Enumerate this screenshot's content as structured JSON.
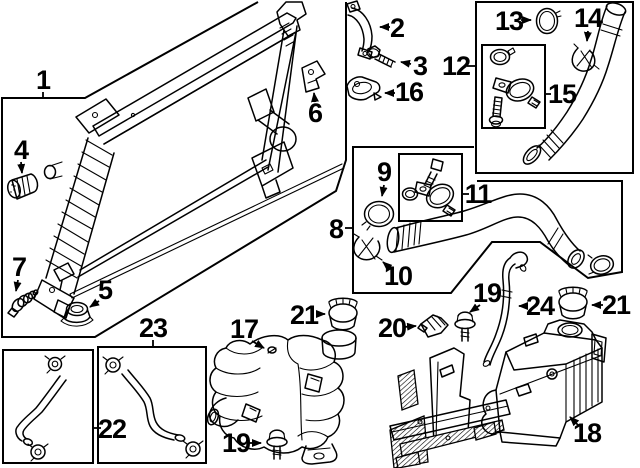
{
  "style": {
    "ink": "#000000",
    "paper": "#ffffff"
  },
  "callouts": {
    "radiator_assembly": {
      "label": "1"
    },
    "mount_bracket": {
      "label": "2"
    },
    "bracket_bolt": {
      "label": "3"
    },
    "inlet_sleeve": {
      "label": "4"
    },
    "drain_plug": {
      "label": "5"
    },
    "upper_bracket": {
      "label": "6"
    },
    "temp_sensor": {
      "label": "7"
    },
    "lower_hose": {
      "label": "8"
    },
    "lower_oring": {
      "label": "9"
    },
    "lower_spring_clamp": {
      "label": "10"
    },
    "lower_clamp_kit": {
      "label": "11"
    },
    "upper_hose": {
      "label": "12"
    },
    "upper_oring": {
      "label": "13"
    },
    "upper_spring_clamp": {
      "label": "14"
    },
    "upper_clamp_kit": {
      "label": "15"
    },
    "bracket_plate": {
      "label": "16"
    },
    "reservoir": {
      "label": "17"
    },
    "degas_bottle": {
      "label": "18"
    },
    "reservoir_bolt": {
      "label": "19"
    },
    "degas_bolt": {
      "label": "19"
    },
    "level_sensor": {
      "label": "20"
    },
    "reservoir_cap": {
      "label": "21"
    },
    "degas_cap": {
      "label": "21"
    },
    "hose_box_left": {
      "label": "22"
    },
    "hose_box_right": {
      "label": "23"
    },
    "overflow_tube": {
      "label": "24"
    }
  }
}
